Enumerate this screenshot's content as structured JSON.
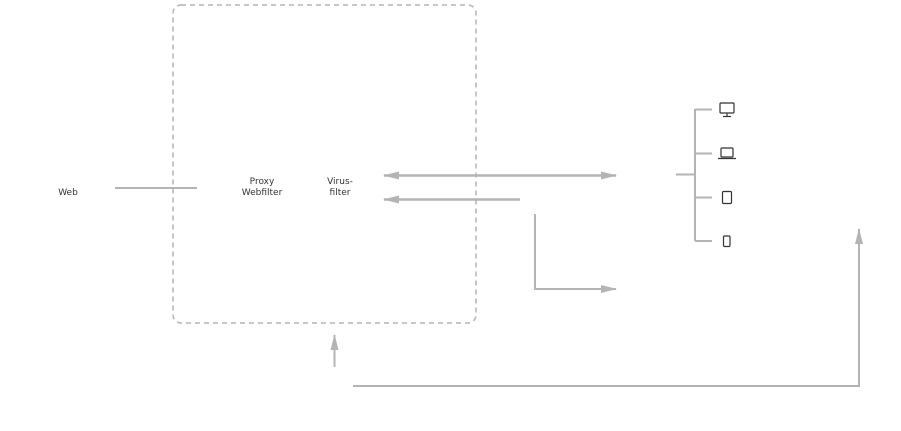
{
  "colors": {
    "line": "#b4b4b4",
    "boundary": "#b4b4b4",
    "text": "#333333",
    "icon": "#333333"
  },
  "nodes": {
    "web": {
      "label": "Web"
    },
    "proxy": {
      "line1": "Proxy",
      "line2": "Webfilter"
    },
    "virus": {
      "line1": "Virus-",
      "line2": "filter"
    }
  },
  "devices": [
    {
      "type": "desktop-monitor",
      "icon": "monitor-icon"
    },
    {
      "type": "laptop",
      "icon": "laptop-icon"
    },
    {
      "type": "tablet",
      "icon": "tablet-icon"
    },
    {
      "type": "smartphone",
      "icon": "smartphone-icon"
    }
  ]
}
